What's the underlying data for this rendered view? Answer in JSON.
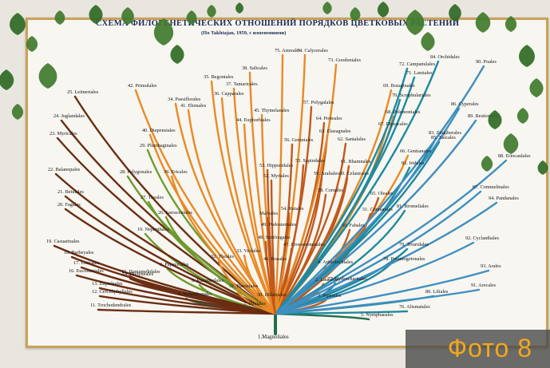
{
  "poster": {
    "title": "СХЕМА ФИЛОГЕНЕТИЧЕСКИХ ОТНОШЕНИЙ ПОРЯДКОВ ЦВЕТКОВЫХ РАСТЕНИЙ",
    "subtitle": "(По Takhtajan, 1959, с изменениями)",
    "root_label": "1.Magnoliales",
    "orders": [
      "2. Laurales",
      "3. Piperales",
      "4. Aristolochiales",
      "5. Nymphaeales",
      "6. Nelumbonales",
      "7. Illiciales",
      "8. Ranunculales",
      "9. Papaverales",
      "10. Nepenthales",
      "11. Trochodendrales",
      "12. Cercidiphyllales",
      "13. Eupteleales",
      "14. Dictyneales",
      "15. Hamamelidales",
      "16. Eucommiales",
      "17. Urticales",
      "18. Barbeyales",
      "19. Casuarinales",
      "20. Fagales",
      "21. Betulales",
      "22. Balanopales",
      "23. Myricales",
      "24. Juglandales",
      "25. Leitneriales",
      "26. Sarraceniales",
      "27. Theales",
      "28. Polygonales",
      "29. Plumbaginales",
      "30. Dilleniales",
      "31. Paeoniales",
      "32. Theales",
      "33. Violales",
      "34. Passiflorales",
      "35. Begoniales",
      "36. Capparales",
      "37. Tamaricales",
      "38. Salicales",
      "39. Ericales",
      "40. Diapensiales",
      "41. Ebenales",
      "42. Primulales",
      "44. Euphorbiales",
      "45. Thymelaeales",
      "46. Rosales",
      "47. Crossosomatales",
      "48. Saxifragales",
      "49. Podostemales",
      "50. Fabales",
      "51. Connarales",
      "52. Myrtales",
      "53. Hippuridales",
      "54. Rutales",
      "55. Sapindales",
      "56. Geraniales",
      "57. Polygalales",
      "58. Cornales",
      "59. Araliales",
      "60. Celastrales",
      "61. Rhamnales",
      "62. Santalales",
      "63. Elaeagnales",
      "64. Proteales",
      "65. Oleales",
      "66. Gentianales",
      "67. Dipsacales",
      "68. Polemoniales",
      "69. Boraginales",
      "70. Scrophulariales",
      "71. Lamiales",
      "72. Campanulales",
      "73. Goodeniales",
      "74. Calycerales",
      "75. Asterales",
      "76. Alismatales",
      "77. Hydrocharitales",
      "78. Potamogetonales",
      "79. Triuridales",
      "80. Liliales",
      "81. Bromeliales",
      "82. Iridales",
      "83. Zingiberales",
      "84. Orchidales",
      "85. Juncales",
      "86. Cyperales",
      "87. Commelinales",
      "88. Eriocaulales",
      "89. Restionales",
      "90. Poales",
      "91. Arecales",
      "92. Cyclanthales",
      "93. Arales",
      "94. Pandanales",
      "Malvales"
    ]
  },
  "photo_caption": "Фото 8",
  "colors": {
    "wall": "#e9e6df",
    "poster": "#f7f6f1",
    "frame": "#c9a15a",
    "title_ink": "#1c2b57",
    "caption_text": "#f2a81d",
    "caption_bg": "#464646",
    "branch_brown": "#6b2d12",
    "branch_rust": "#c2591a",
    "branch_orange": "#e98a26",
    "branch_green": "#6f9a2e",
    "branch_darkgreen": "#1f6e4c",
    "branch_teal": "#1e8aa0",
    "branch_blue": "#3f8fc0",
    "ivy": "#3f7a2c"
  }
}
